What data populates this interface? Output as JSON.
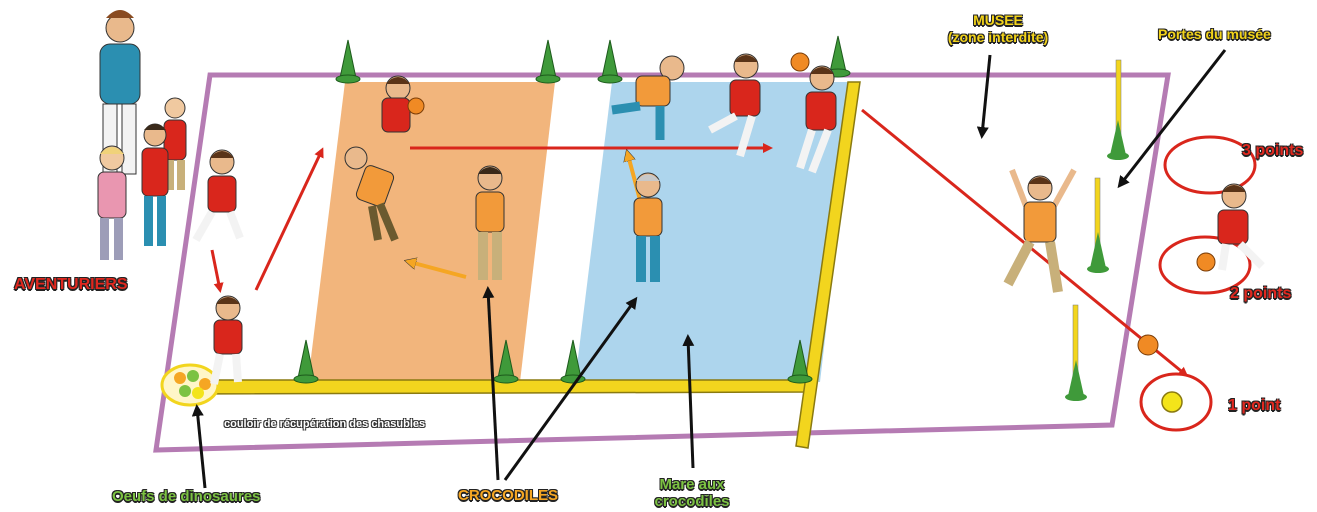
{
  "labels": {
    "aventuriers": "AVENTURIERS",
    "musee_line1": "MUSEE",
    "musee_line2": "(zone interdite)",
    "portes": "Portes du musée",
    "points3": "3 points",
    "points2": "2 points",
    "points1": "1 point",
    "couloir": "couloir de récupération des chasubles",
    "oeufs": "Oeufs de dinosaures",
    "crocodiles": "CROCODILES",
    "mare_line1": "Mare aux",
    "mare_line2": "crocodiles"
  },
  "colors": {
    "field_border": "#b57bb3",
    "orange_zone": "#f0a865",
    "blue_zone": "#a9d3ec",
    "bench": "#f2d51e",
    "arrow_red": "#d9261c",
    "cone_green": "#3f9a3a",
    "hoop_red": "#d9261c"
  }
}
